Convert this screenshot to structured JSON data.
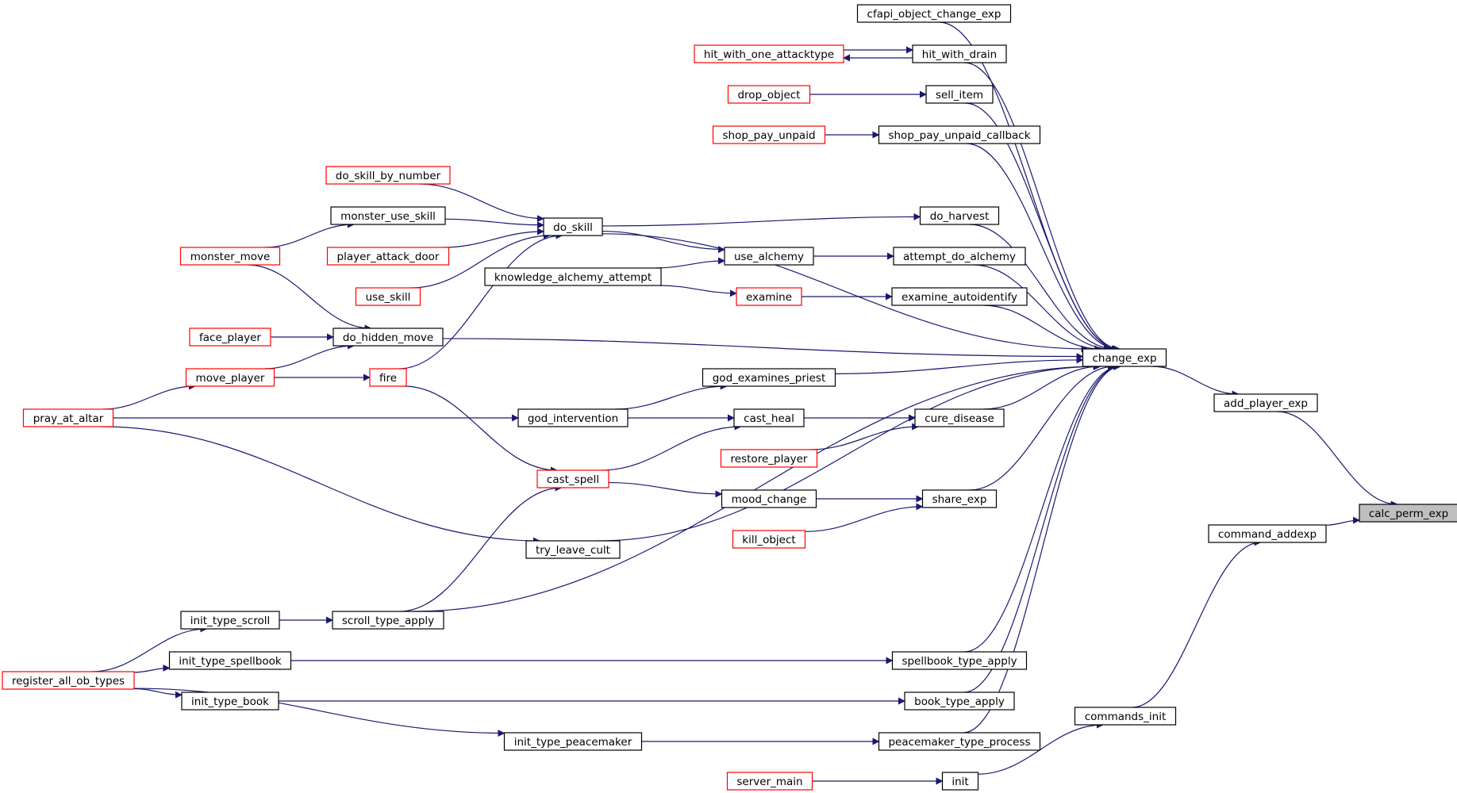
{
  "graph": {
    "nodes": [
      {
        "id": "calc_perm_exp",
        "label": "calc_perm_exp",
        "style": "root"
      },
      {
        "id": "add_player_exp",
        "label": "add_player_exp",
        "style": "normal"
      },
      {
        "id": "command_addexp",
        "label": "command_addexp",
        "style": "normal"
      },
      {
        "id": "change_exp",
        "label": "change_exp",
        "style": "normal"
      },
      {
        "id": "commands_init",
        "label": "commands_init",
        "style": "normal"
      },
      {
        "id": "init",
        "label": "init",
        "style": "normal"
      },
      {
        "id": "server_main",
        "label": "server_main",
        "style": "truncated"
      },
      {
        "id": "cfapi_object_change_exp",
        "label": "cfapi_object_change_exp",
        "style": "normal"
      },
      {
        "id": "hit_with_drain",
        "label": "hit_with_drain",
        "style": "normal"
      },
      {
        "id": "hit_with_one_attacktype",
        "label": "hit_with_one_attacktype",
        "style": "truncated"
      },
      {
        "id": "sell_item",
        "label": "sell_item",
        "style": "normal"
      },
      {
        "id": "drop_object",
        "label": "drop_object",
        "style": "truncated"
      },
      {
        "id": "shop_pay_unpaid_callback",
        "label": "shop_pay_unpaid_callback",
        "style": "normal"
      },
      {
        "id": "shop_pay_unpaid",
        "label": "shop_pay_unpaid",
        "style": "truncated"
      },
      {
        "id": "do_skill",
        "label": "do_skill",
        "style": "normal"
      },
      {
        "id": "do_harvest",
        "label": "do_harvest",
        "style": "normal"
      },
      {
        "id": "do_skill_by_number",
        "label": "do_skill_by_number",
        "style": "truncated"
      },
      {
        "id": "monster_use_skill",
        "label": "monster_use_skill",
        "style": "normal"
      },
      {
        "id": "monster_move",
        "label": "monster_move",
        "style": "truncated"
      },
      {
        "id": "player_attack_door",
        "label": "player_attack_door",
        "style": "truncated"
      },
      {
        "id": "use_skill",
        "label": "use_skill",
        "style": "truncated"
      },
      {
        "id": "fire",
        "label": "fire",
        "style": "truncated"
      },
      {
        "id": "use_alchemy",
        "label": "use_alchemy",
        "style": "normal"
      },
      {
        "id": "attempt_do_alchemy",
        "label": "attempt_do_alchemy",
        "style": "normal"
      },
      {
        "id": "knowledge_alchemy_attempt",
        "label": "knowledge_alchemy_attempt",
        "style": "normal"
      },
      {
        "id": "examine",
        "label": "examine",
        "style": "truncated"
      },
      {
        "id": "examine_autoidentify",
        "label": "examine_autoidentify",
        "style": "normal"
      },
      {
        "id": "do_hidden_move",
        "label": "do_hidden_move",
        "style": "normal"
      },
      {
        "id": "face_player",
        "label": "face_player",
        "style": "truncated"
      },
      {
        "id": "move_player",
        "label": "move_player",
        "style": "truncated"
      },
      {
        "id": "pray_at_altar",
        "label": "pray_at_altar",
        "style": "truncated"
      },
      {
        "id": "god_examines_priest",
        "label": "god_examines_priest",
        "style": "normal"
      },
      {
        "id": "god_intervention",
        "label": "god_intervention",
        "style": "normal"
      },
      {
        "id": "cast_heal",
        "label": "cast_heal",
        "style": "normal"
      },
      {
        "id": "cure_disease",
        "label": "cure_disease",
        "style": "normal"
      },
      {
        "id": "restore_player",
        "label": "restore_player",
        "style": "truncated"
      },
      {
        "id": "cast_spell",
        "label": "cast_spell",
        "style": "truncated"
      },
      {
        "id": "mood_change",
        "label": "mood_change",
        "style": "normal"
      },
      {
        "id": "share_exp",
        "label": "share_exp",
        "style": "normal"
      },
      {
        "id": "kill_object",
        "label": "kill_object",
        "style": "truncated"
      },
      {
        "id": "try_leave_cult",
        "label": "try_leave_cult",
        "style": "normal"
      },
      {
        "id": "init_type_scroll",
        "label": "init_type_scroll",
        "style": "normal"
      },
      {
        "id": "scroll_type_apply",
        "label": "scroll_type_apply",
        "style": "normal"
      },
      {
        "id": "init_type_spellbook",
        "label": "init_type_spellbook",
        "style": "normal"
      },
      {
        "id": "spellbook_type_apply",
        "label": "spellbook_type_apply",
        "style": "normal"
      },
      {
        "id": "register_all_ob_types",
        "label": "register_all_ob_types",
        "style": "truncated"
      },
      {
        "id": "init_type_book",
        "label": "init_type_book",
        "style": "normal"
      },
      {
        "id": "book_type_apply",
        "label": "book_type_apply",
        "style": "normal"
      },
      {
        "id": "init_type_peacemaker",
        "label": "init_type_peacemaker",
        "style": "normal"
      },
      {
        "id": "peacemaker_type_process",
        "label": "peacemaker_type_process",
        "style": "normal"
      }
    ],
    "edges": [
      {
        "from": "add_player_exp",
        "to": "calc_perm_exp"
      },
      {
        "from": "command_addexp",
        "to": "calc_perm_exp"
      },
      {
        "from": "change_exp",
        "to": "add_player_exp"
      },
      {
        "from": "commands_init",
        "to": "command_addexp"
      },
      {
        "from": "init",
        "to": "commands_init"
      },
      {
        "from": "server_main",
        "to": "init"
      },
      {
        "from": "cfapi_object_change_exp",
        "to": "change_exp"
      },
      {
        "from": "hit_with_drain",
        "to": "change_exp"
      },
      {
        "from": "hit_with_drain",
        "to": "hit_with_one_attacktype"
      },
      {
        "from": "hit_with_one_attacktype",
        "to": "hit_with_drain"
      },
      {
        "from": "sell_item",
        "to": "change_exp"
      },
      {
        "from": "drop_object",
        "to": "sell_item"
      },
      {
        "from": "shop_pay_unpaid_callback",
        "to": "change_exp"
      },
      {
        "from": "shop_pay_unpaid",
        "to": "shop_pay_unpaid_callback"
      },
      {
        "from": "do_skill",
        "to": "change_exp"
      },
      {
        "from": "do_skill",
        "to": "do_harvest"
      },
      {
        "from": "do_harvest",
        "to": "change_exp"
      },
      {
        "from": "do_skill_by_number",
        "to": "do_skill"
      },
      {
        "from": "monster_use_skill",
        "to": "do_skill"
      },
      {
        "from": "monster_move",
        "to": "monster_use_skill"
      },
      {
        "from": "player_attack_door",
        "to": "do_skill"
      },
      {
        "from": "use_skill",
        "to": "do_skill"
      },
      {
        "from": "fire",
        "to": "do_skill"
      },
      {
        "from": "do_skill",
        "to": "use_alchemy"
      },
      {
        "from": "knowledge_alchemy_attempt",
        "to": "use_alchemy"
      },
      {
        "from": "use_alchemy",
        "to": "attempt_do_alchemy"
      },
      {
        "from": "attempt_do_alchemy",
        "to": "change_exp"
      },
      {
        "from": "knowledge_alchemy_attempt",
        "to": "examine"
      },
      {
        "from": "examine",
        "to": "examine_autoidentify"
      },
      {
        "from": "examine_autoidentify",
        "to": "change_exp"
      },
      {
        "from": "do_hidden_move",
        "to": "change_exp"
      },
      {
        "from": "monster_move",
        "to": "do_hidden_move"
      },
      {
        "from": "face_player",
        "to": "do_hidden_move"
      },
      {
        "from": "move_player",
        "to": "do_hidden_move"
      },
      {
        "from": "move_player",
        "to": "fire"
      },
      {
        "from": "pray_at_altar",
        "to": "move_player"
      },
      {
        "from": "god_examines_priest",
        "to": "change_exp"
      },
      {
        "from": "god_intervention",
        "to": "god_examines_priest"
      },
      {
        "from": "pray_at_altar",
        "to": "god_intervention"
      },
      {
        "from": "god_intervention",
        "to": "cast_heal"
      },
      {
        "from": "cast_heal",
        "to": "cure_disease"
      },
      {
        "from": "cure_disease",
        "to": "change_exp"
      },
      {
        "from": "restore_player",
        "to": "cure_disease"
      },
      {
        "from": "cast_spell",
        "to": "cast_heal"
      },
      {
        "from": "fire",
        "to": "cast_spell"
      },
      {
        "from": "cast_spell",
        "to": "mood_change"
      },
      {
        "from": "mood_change",
        "to": "share_exp"
      },
      {
        "from": "kill_object",
        "to": "share_exp"
      },
      {
        "from": "share_exp",
        "to": "change_exp"
      },
      {
        "from": "try_leave_cult",
        "to": "change_exp"
      },
      {
        "from": "pray_at_altar",
        "to": "try_leave_cult"
      },
      {
        "from": "scroll_type_apply",
        "to": "change_exp"
      },
      {
        "from": "scroll_type_apply",
        "to": "cast_spell"
      },
      {
        "from": "init_type_scroll",
        "to": "scroll_type_apply"
      },
      {
        "from": "register_all_ob_types",
        "to": "init_type_scroll"
      },
      {
        "from": "spellbook_type_apply",
        "to": "change_exp"
      },
      {
        "from": "init_type_spellbook",
        "to": "spellbook_type_apply"
      },
      {
        "from": "register_all_ob_types",
        "to": "init_type_spellbook"
      },
      {
        "from": "book_type_apply",
        "to": "change_exp"
      },
      {
        "from": "init_type_book",
        "to": "book_type_apply"
      },
      {
        "from": "register_all_ob_types",
        "to": "init_type_book"
      },
      {
        "from": "peacemaker_type_process",
        "to": "change_exp"
      },
      {
        "from": "init_type_peacemaker",
        "to": "peacemaker_type_process"
      },
      {
        "from": "register_all_ob_types",
        "to": "init_type_peacemaker"
      }
    ]
  },
  "colors": {
    "edge": "#191970",
    "node_border": "#000000",
    "truncated_border": "#ff0000",
    "root_fill": "#bfbfbf",
    "text": "#000000"
  }
}
